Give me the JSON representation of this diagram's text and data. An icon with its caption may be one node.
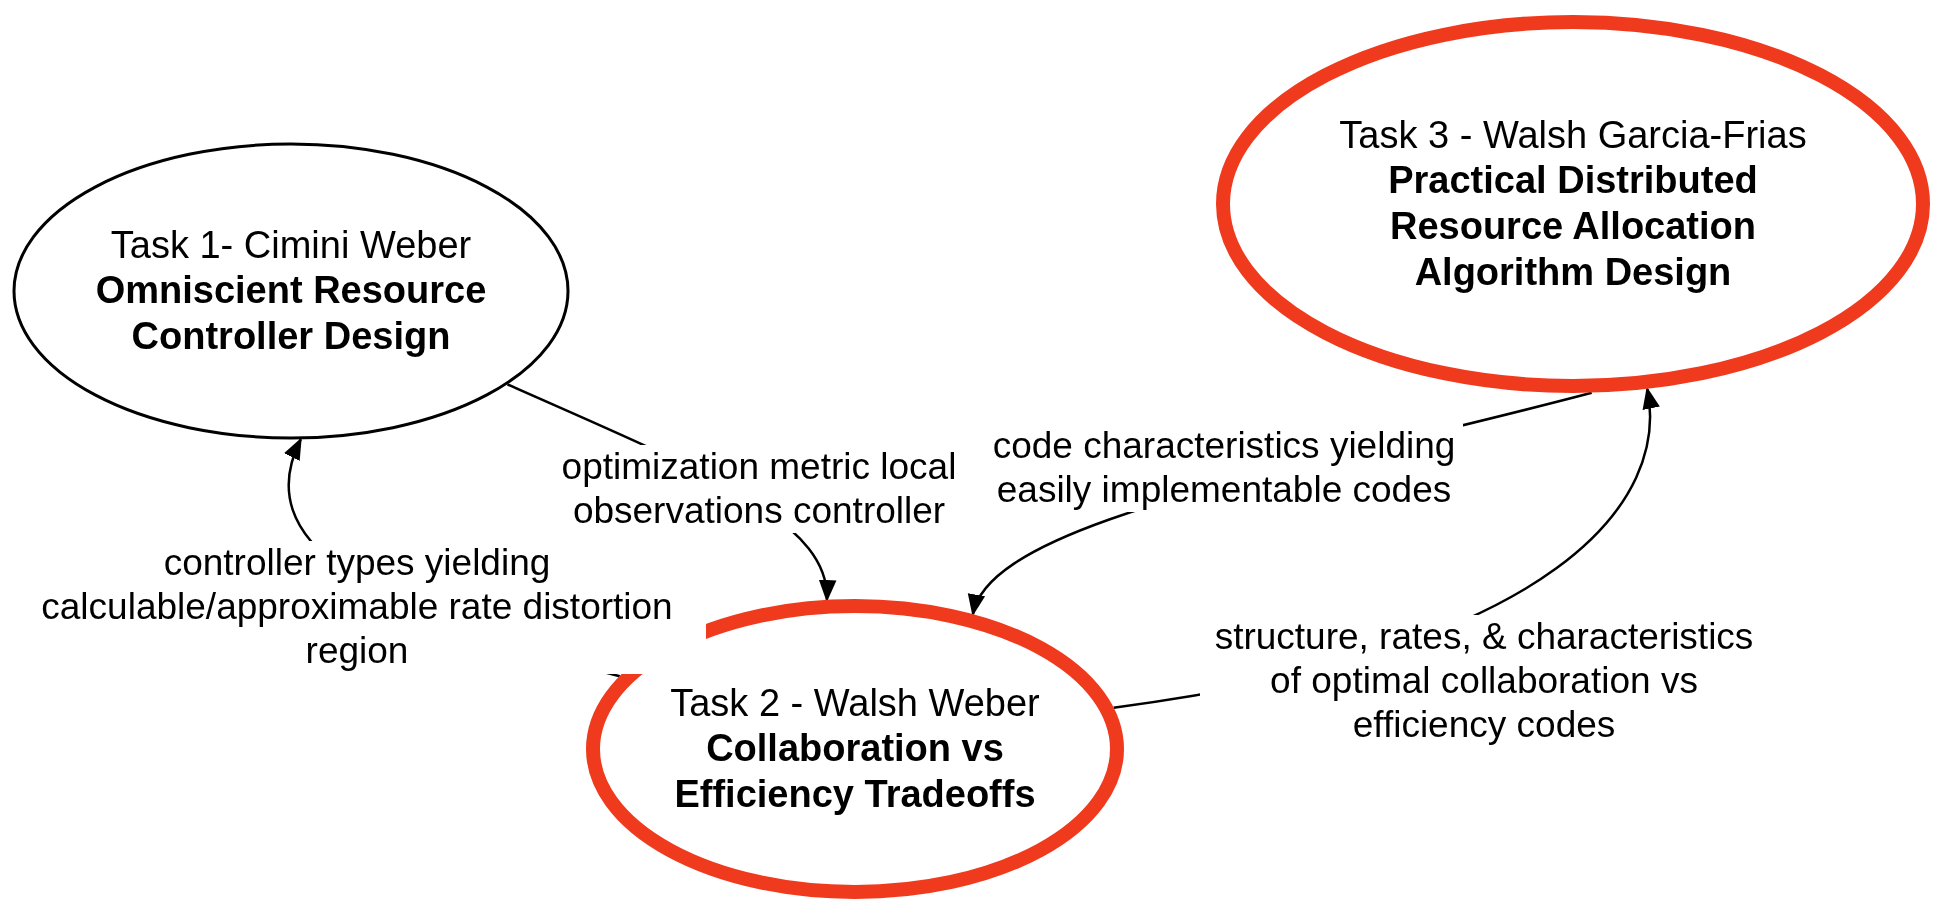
{
  "diagram": {
    "nodes": [
      {
        "text": [
          "Task 1- Cimini Weber",
          "Omniscient Resource Controller Design"
        ]
      },
      {
        "text": [
          "Task 2 - Walsh Weber",
          "Collaboration vs Efficiency Tradeoffs"
        ]
      },
      {
        "text": [
          "Task 3 - Walsh Garcia-Frias",
          "Practical Distributed Resource Allocation Algorithm Design"
        ]
      }
    ],
    "edges": [
      {
        "from": 0,
        "to": 1,
        "arrow": "to",
        "label": "optimization metric local observations controller"
      },
      {
        "from": 1,
        "to": 0,
        "arrow": "to",
        "label": "controller types yielding calculable/approximable rate distortion region"
      },
      {
        "from": 2,
        "to": 1,
        "arrow": "to",
        "label": "code characteristics yielding easily implementable codes"
      },
      {
        "from": 1,
        "to": 2,
        "arrow": "to",
        "label": "structure, rates, & characteristics of optimal collaboration vs efficiency codes"
      }
    ]
  }
}
